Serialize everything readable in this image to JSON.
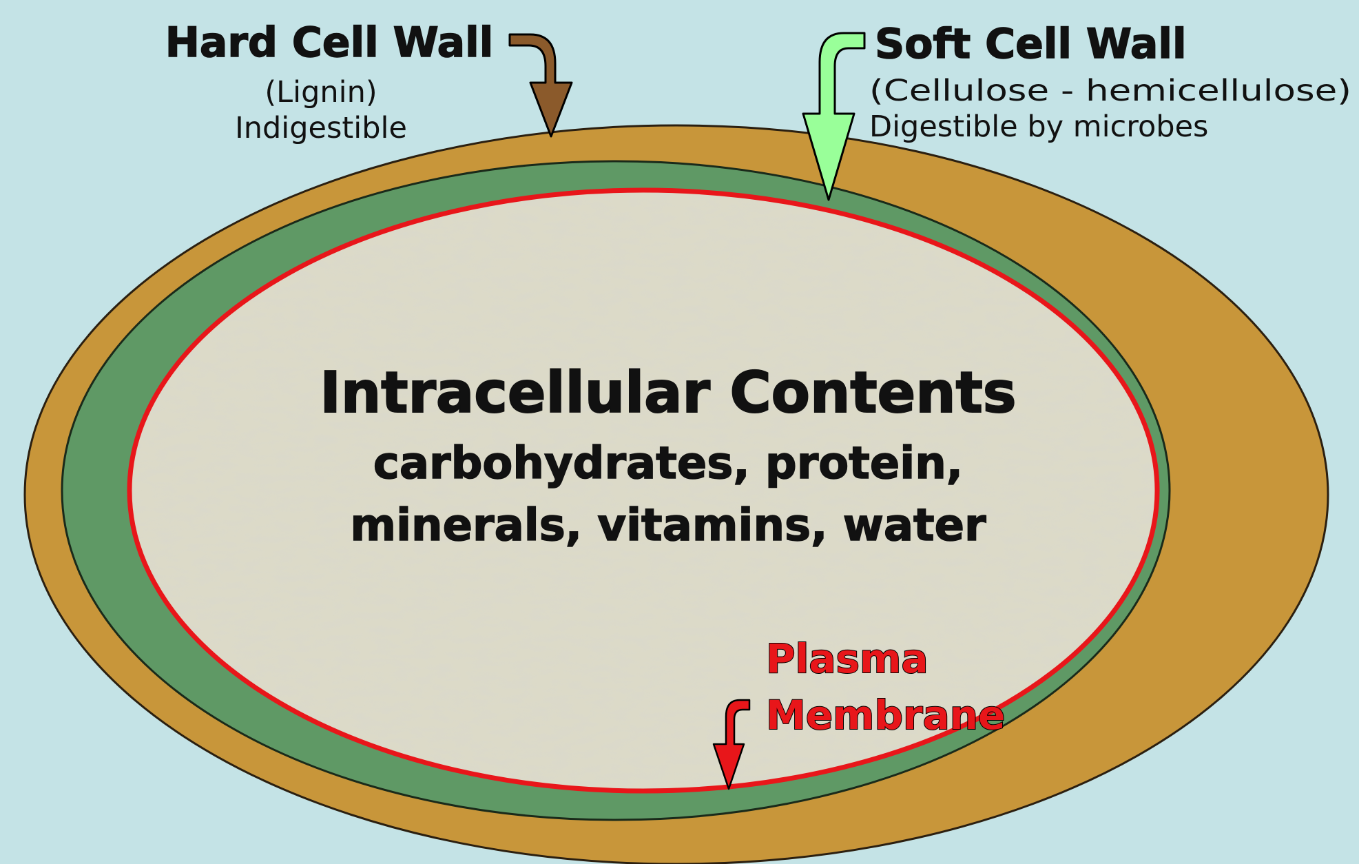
{
  "hard_wall": {
    "title": "Hard Cell Wall",
    "line1": "(Lignin)",
    "line2": "Indigestible",
    "color": "#c8963a"
  },
  "soft_wall": {
    "title": "Soft Cell Wall",
    "line1": "(Cellulose - hemicellulose)",
    "line2": "Digestible by microbes",
    "color": "#5f9965"
  },
  "contents": {
    "title": "Intracellular Contents",
    "line1": "carbohydrates, protein,",
    "line2": "minerals, vitamins, water"
  },
  "membrane": {
    "line1": "Plasma",
    "line2": "Membrane",
    "color": "#e8161a"
  },
  "arrows": {
    "hard": {
      "icon": "curved-arrow-down-icon",
      "color": "#8b5a2b"
    },
    "soft": {
      "icon": "curved-arrow-down-icon",
      "color": "#99ff99"
    },
    "membrane": {
      "icon": "curved-arrow-down-icon",
      "color": "#e8161a"
    }
  }
}
